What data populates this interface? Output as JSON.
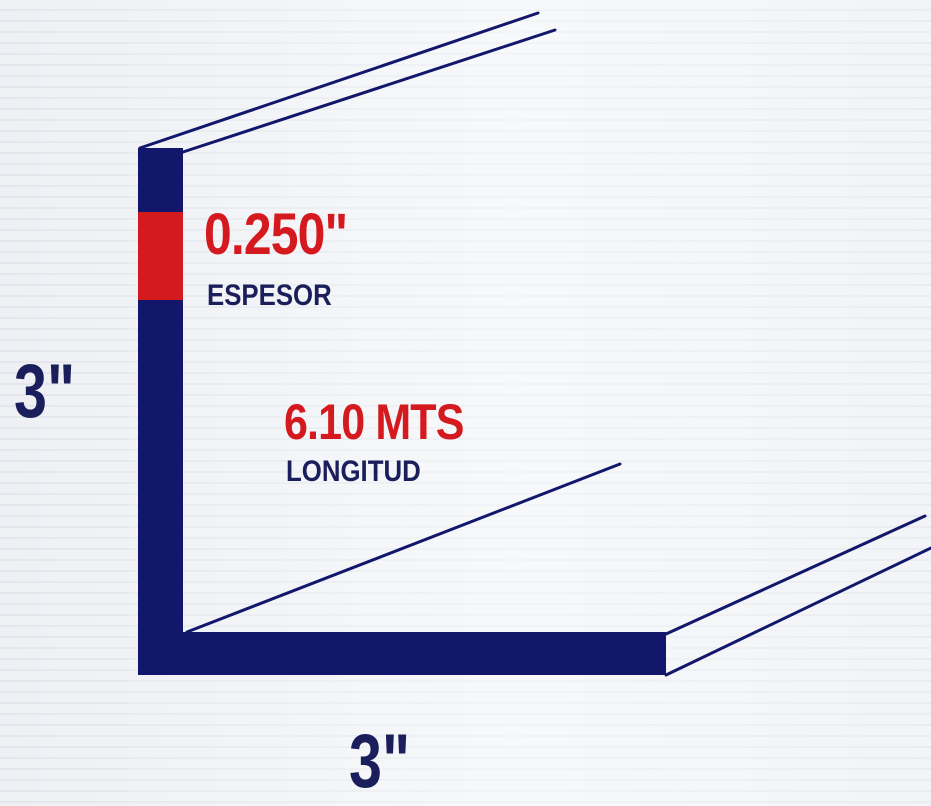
{
  "colors": {
    "profile": "#12176b",
    "thickness_highlight": "#d41a1f",
    "outline": "#12176b",
    "background": "#eef0f4"
  },
  "thickness": {
    "value": "0.250\"",
    "label": "ESPESOR"
  },
  "length": {
    "value": "6.10 MTS",
    "label": "LONGITUD"
  },
  "dimensions": {
    "height": "3\"",
    "width": "3\""
  }
}
